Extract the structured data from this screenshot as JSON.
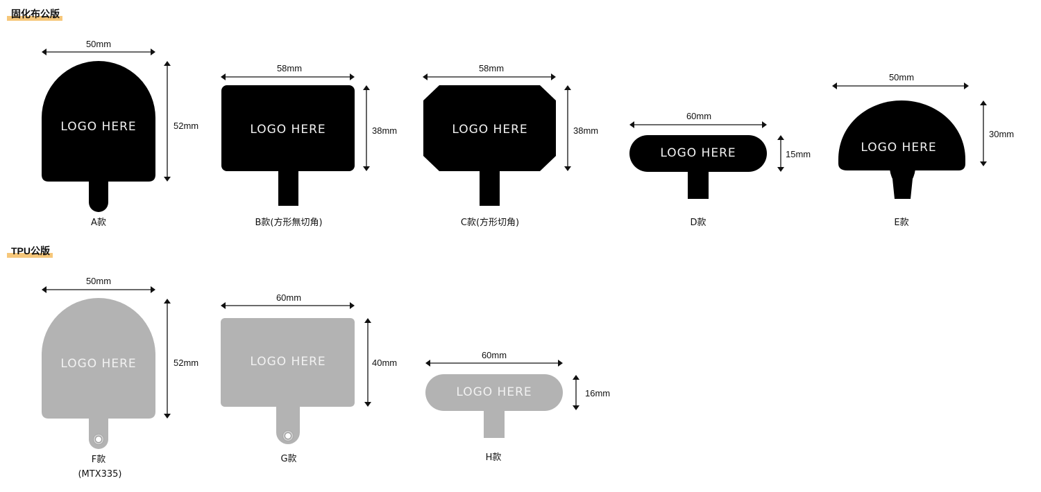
{
  "sections": [
    {
      "title": "固化布公版",
      "material": "cured-fabric",
      "color": "#000000"
    },
    {
      "title": "TPU公版",
      "material": "tpu",
      "color": "#b3b3b3"
    }
  ],
  "highlight_color": "#f6c77a",
  "logo_text": "LOGO HERE",
  "items": [
    {
      "id": "A",
      "caption": "A款",
      "width": "50mm",
      "height": "52mm"
    },
    {
      "id": "B",
      "caption": "B款(方形無切角)",
      "width": "58mm",
      "height": "38mm"
    },
    {
      "id": "C",
      "caption": "C款(方形切角)",
      "width": "58mm",
      "height": "38mm"
    },
    {
      "id": "D",
      "caption": "D款",
      "width": "60mm",
      "height": "15mm"
    },
    {
      "id": "E",
      "caption": "E款",
      "width": "50mm",
      "height": "30mm"
    },
    {
      "id": "F",
      "caption": "F款",
      "caption2": "(MTX335)",
      "width": "50mm",
      "height": "52mm"
    },
    {
      "id": "G",
      "caption": "G款",
      "width": "60mm",
      "height": "40mm"
    },
    {
      "id": "H",
      "caption": "H款",
      "width": "60mm",
      "height": "16mm"
    }
  ]
}
